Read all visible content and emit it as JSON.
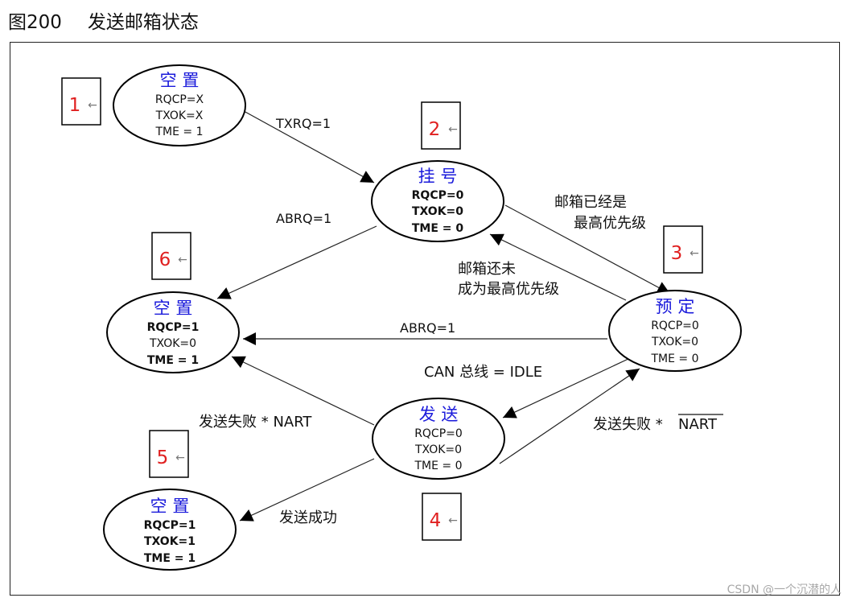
{
  "caption": {
    "figure_no": "图200",
    "title": "发送邮箱状态"
  },
  "states": [
    {
      "id": "empty1",
      "title": "空 置",
      "lines": [
        "RQCP=X",
        "TXOK=X",
        "TME = 1"
      ],
      "bold": [
        false,
        false,
        false
      ]
    },
    {
      "id": "pending",
      "title": "挂 号",
      "lines": [
        "RQCP=0",
        "TXOK=0",
        "TME = 0"
      ],
      "bold": [
        true,
        true,
        true
      ]
    },
    {
      "id": "scheduled",
      "title": "预 定",
      "lines": [
        "RQCP=0",
        "TXOK=0",
        "TME = 0"
      ],
      "bold": [
        false,
        false,
        false
      ]
    },
    {
      "id": "transmit",
      "title": "发 送",
      "lines": [
        "RQCP=0",
        "TXOK=0",
        "TME = 0"
      ],
      "bold": [
        false,
        false,
        false
      ]
    },
    {
      "id": "empty5",
      "title": "空 置",
      "lines": [
        "RQCP=1",
        "TXOK=1",
        "TME = 1"
      ],
      "bold": [
        true,
        true,
        true
      ]
    },
    {
      "id": "empty6",
      "title": "空 置",
      "lines": [
        "RQCP=1",
        "TXOK=0",
        "TME = 1"
      ],
      "bold": [
        true,
        false,
        true
      ]
    }
  ],
  "numbers": [
    "1",
    "2",
    "3",
    "4",
    "5",
    "6"
  ],
  "arrow_glyph": "←",
  "edges": {
    "txrq": "TXRQ=1",
    "abrq_pending": "ABRQ=1",
    "highest_1": "邮箱已经是",
    "highest_2": "最高优先级",
    "not_highest_1": "邮箱还未",
    "not_highest_2": "成为最高优先级",
    "abrq_scheduled": "ABRQ=1",
    "can_idle": "CAN 总线 = IDLE",
    "fail_nart_prefix": "发送失败 * ",
    "fail_nart_suffix": "NART",
    "fail_nart": "发送失败 * NART",
    "success": "发送成功"
  },
  "watermark": "CSDN @一个沉潜的人"
}
